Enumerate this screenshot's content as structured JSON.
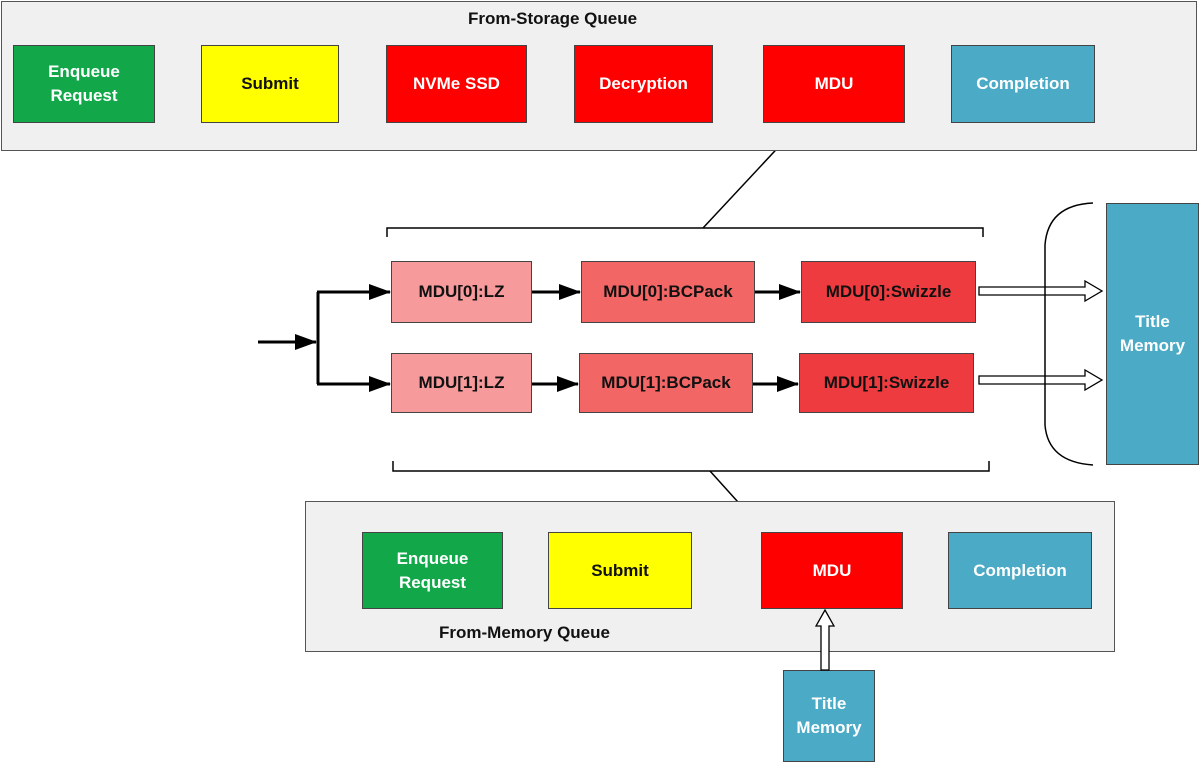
{
  "storage_queue": {
    "label": "From-Storage Queue",
    "steps": [
      "Enqueue\nRequest",
      "Submit",
      "NVMe SSD",
      "Decryption",
      "MDU",
      "Completion"
    ]
  },
  "mdu_detail": {
    "lane0": [
      "MDU[0]:LZ",
      "MDU[0]:BCPack",
      "MDU[0]:Swizzle"
    ],
    "lane1": [
      "MDU[1]:LZ",
      "MDU[1]:BCPack",
      "MDU[1]:Swizzle"
    ]
  },
  "title_memory_right": "Title\nMemory",
  "memory_queue": {
    "label": "From-Memory Queue",
    "steps": [
      "Enqueue\nRequest",
      "Submit",
      "MDU",
      "Completion"
    ]
  },
  "title_memory_bottom": "Title\nMemory",
  "colors": {
    "enqueue": "#12a84a",
    "submit": "#ffff00",
    "processing": "#ff0000",
    "completion": "#4baac5",
    "lz": "#f79a9c",
    "bcpack": "#f26665",
    "swizzle": "#ee3b3f"
  }
}
